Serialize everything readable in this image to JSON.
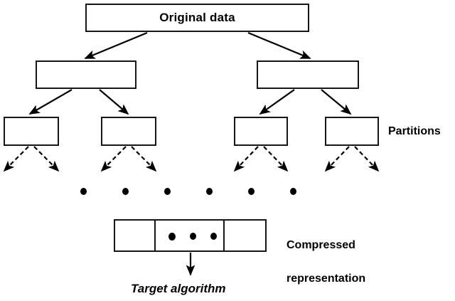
{
  "diagram": {
    "title_node": {
      "label": "Original data",
      "name": "original-data-box"
    },
    "level2_boxes": [
      {
        "label": "",
        "name": "level2-box-left"
      },
      {
        "label": "",
        "name": "level2-box-right"
      }
    ],
    "partition_boxes": [
      {
        "label": "",
        "name": "partition-box-1"
      },
      {
        "label": "",
        "name": "partition-box-2"
      },
      {
        "label": "",
        "name": "partition-box-3"
      },
      {
        "label": "",
        "name": "partition-box-4"
      }
    ],
    "partitions_label": "Partitions",
    "ellipsis_dots_count": 6,
    "compressed_box": {
      "cells": 3,
      "inner_dots": 3,
      "name": "compressed-representation-box"
    },
    "compressed_label_line1": "Compressed",
    "compressed_label_line2": "representation",
    "target_label": "Target algorithm",
    "colors": {
      "stroke": "#161616",
      "fill": "#ffffff",
      "text": "#000000"
    }
  }
}
